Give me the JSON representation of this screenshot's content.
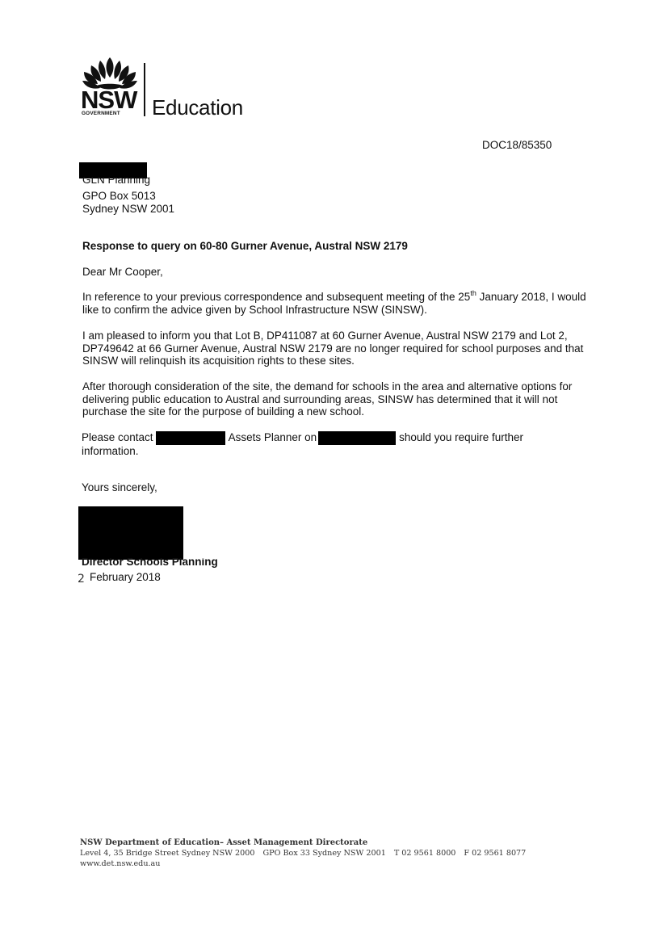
{
  "letterhead": {
    "logo_nsw": "NSW",
    "logo_government": "GOVERNMENT",
    "logo_department": "Education"
  },
  "doc_ref": "DOC18/85350",
  "recipient": {
    "line1": "GLN Planning",
    "line2": "GPO Box 5013",
    "line3": "Sydney NSW 2001"
  },
  "subject": "Response to query on 60-80 Gurner Avenue, Austral NSW 2179",
  "salutation": "Dear Mr Cooper,",
  "paragraph1": {
    "before_sup": "In reference to your previous correspondence and subsequent meeting of the 25",
    "sup": "th",
    "after_sup": " January 2018, I would like to confirm the advice given by School Infrastructure NSW (SINSW)."
  },
  "paragraph2": "I am pleased to inform you that Lot B, DP411087 at 60 Gurner Avenue, Austral NSW 2179 and Lot 2, DP749642 at 66 Gurner Avenue, Austral NSW 2179 are no longer required for school purposes and that SINSW will relinquish its acquisition rights to these sites.",
  "paragraph3": "After thorough consideration of the site, the demand for schools in the area and alternative options for delivering public education to Austral and surrounding areas, SINSW has determined that it will not purchase the site for the purpose of building a new school.",
  "contact": {
    "part1": "Please contact",
    "part2": "Assets Planner on",
    "part3": "should you require further",
    "part4": "information."
  },
  "closing": "Yours sincerely,",
  "signatory_title": "Director Schools Planning",
  "date": {
    "day_handwritten": "2",
    "rest": "February 2018"
  },
  "footer": {
    "org": "NSW Department of Education– Asset Management Directorate",
    "street": "Level 4, 35 Bridge Street Sydney NSW 2000",
    "po_box": "GPO Box 33 Sydney NSW 2001",
    "phone": "T 02 9561 8000",
    "fax": "F 02 9561 8077",
    "website": "www.det.nsw.edu.au"
  }
}
